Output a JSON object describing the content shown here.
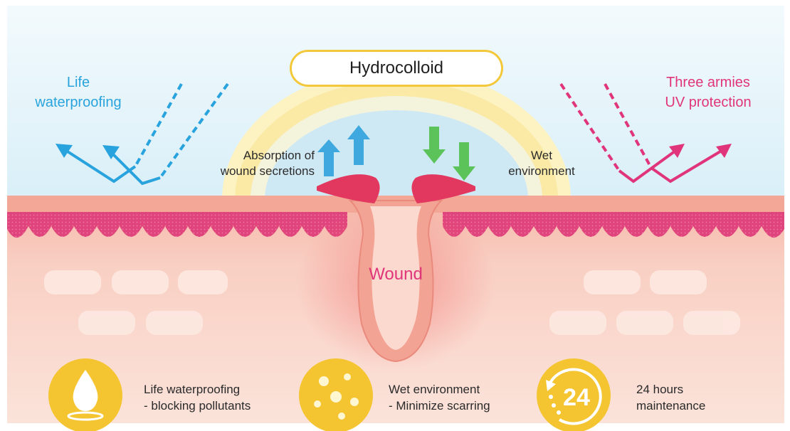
{
  "title": "Hydrocolloid",
  "labels": {
    "left_top": [
      "Life",
      "waterproofing"
    ],
    "right_top": [
      "Three armies",
      "UV protection"
    ],
    "absorption": [
      "Absorption of",
      "wound secretions"
    ],
    "wet": [
      "Wet",
      "environment"
    ],
    "wound": "Wound"
  },
  "features": [
    {
      "icon": "water-drop-icon",
      "lines": [
        "Life waterproofing",
        "- blocking pollutants"
      ]
    },
    {
      "icon": "bubbles-icon",
      "lines": [
        "Wet environment",
        "- Minimize scarring"
      ]
    },
    {
      "icon": "clock-24-icon",
      "icon_text": "24",
      "lines": [
        "24 hours",
        "maintenance"
      ]
    }
  ],
  "colors": {
    "sky": "#e4f4fb",
    "skin": "#f8c9bd",
    "epidermis": "#e0447c",
    "blue_accent": "#29a3dd",
    "pink_accent": "#e0357a",
    "green_arrow": "#5cc25a",
    "icon_yellow": "#f5c531"
  }
}
